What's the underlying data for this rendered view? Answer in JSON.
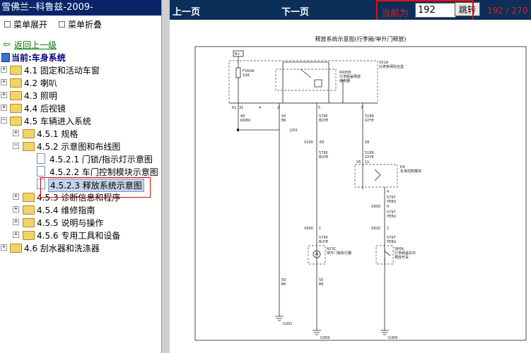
{
  "left_panel": {
    "title": "雪佛兰--科鲁兹-2009-",
    "toolbar": {
      "expand_label": "菜单展开",
      "collapse_label": "菜单折叠"
    },
    "back_label": "返回上一级",
    "current_label": "当前:车身系统",
    "tree": [
      {
        "label": "4.1 固定和活动车窗"
      },
      {
        "label": "4.2 喇叭"
      },
      {
        "label": "4.3 照明"
      },
      {
        "label": "4.4 后视镜"
      },
      {
        "label": "4.5 车辆进入系统"
      },
      {
        "label": "4.5.1 规格"
      },
      {
        "label": "4.5.2 示意图和布线图"
      },
      {
        "label": "4.5.2.1 门锁/指示灯示意图"
      },
      {
        "label": "4.5.2.2 车门控制模块示意图"
      },
      {
        "label": "4.5.2.3 释放系统示意图"
      },
      {
        "label": "4.5.3 诊断信息和程序"
      },
      {
        "label": "4.5.4 维修指南"
      },
      {
        "label": "4.5.5 说明与操作"
      },
      {
        "label": "4.5.6 专用工具和设备"
      },
      {
        "label": "4.6 刮水器和洗涤器"
      }
    ]
  },
  "toolbar": {
    "prev_label": "上一页",
    "next_label": "下一页",
    "current_page_label": "当前为",
    "page_value": "192",
    "jump_label": "跳转",
    "page_count": "192 / 270"
  },
  "diagram": {
    "title": "释放系统示意图(行李厢/举升门释放)",
    "labels": {
      "bplus": "B+",
      "x51a": "X51A",
      "x51a_desc": "仪表板保险丝盒",
      "fuse_f16da": "F16DA",
      "fuse_amp": "10A",
      "relay_kr95b": "KR95B",
      "relay_desc_1": "行李厢盖释放",
      "relay_desc_2": "继电器",
      "k1": "K1",
      "pin_31": "31",
      "pin_4": "4",
      "pin_2": "2",
      "pin_5": "5",
      "pin_7": "7",
      "wire_40": "40",
      "wire_rdbu": "RDBU",
      "wire_50_1": "50",
      "wire_bk_1": "BK",
      "wire_5795_1": "5795",
      "wire_buye_1": "BUYE",
      "wire_5189_1": "5189",
      "wire_gyye_1": "GYYE",
      "j201": "J201",
      "x200": "X200",
      "pin_69": "69",
      "pin_58": "58",
      "wire_5795_2": "5795",
      "wire_buye_2": "BUYE",
      "wire_5189_2": "5189",
      "wire_gyye_2": "GYYE",
      "k9": "K9",
      "k9_desc": "车身控制模块",
      "x5": "X5",
      "pin_11": "11",
      "pin_4b": "4",
      "wire_5797_1": "5797",
      "wire_yebu_1": "YEBU",
      "x900_1": "X900",
      "pin_6": "6",
      "wire_5797_2": "5797",
      "wire_yebu_2": "YEBU",
      "x900_2": "X900",
      "pin_1a": "1",
      "x920": "X920",
      "pin_1b": "1",
      "wire_5795_3": "5795",
      "wire_buye_3": "BUYE",
      "wire_5797_3": "5797",
      "wire_yebu_3": "YEBU",
      "a23c": "A23C",
      "a23c_desc": "举升门锁执行器",
      "s66a": "S66A",
      "s66a_desc_1": "行李厢盖车外",
      "s66a_desc_2": "释放开关",
      "m_label": "M",
      "wire_50_2": "50",
      "wire_bk_2": "BK",
      "wire_50_3": "50",
      "wire_bk_3": "BK",
      "g201": "G201",
      "g309_1": "G309",
      "g309_2": "G309"
    }
  }
}
